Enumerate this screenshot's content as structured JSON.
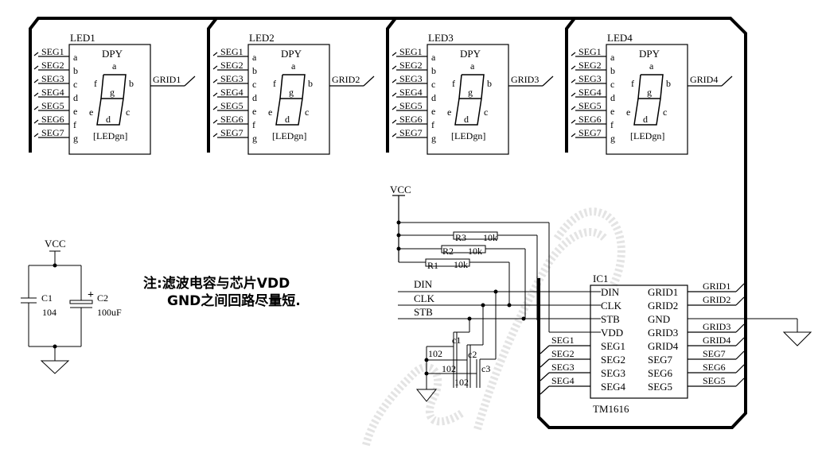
{
  "leds": [
    {
      "designator": "LED1",
      "device": "DPY",
      "part": "[LEDgn]",
      "grid": "GRID1"
    },
    {
      "designator": "LED2",
      "device": "DPY",
      "part": "[LEDgn]",
      "grid": "GRID2"
    },
    {
      "designator": "LED3",
      "device": "DPY",
      "part": "[LEDgn]",
      "grid": "GRID3"
    },
    {
      "designator": "LED4",
      "device": "DPY",
      "part": "[LEDgn]",
      "grid": "GRID4"
    }
  ],
  "seg_nets": [
    "SEG1",
    "SEG2",
    "SEG3",
    "SEG4",
    "SEG5",
    "SEG6",
    "SEG7"
  ],
  "seg_pins": [
    "a",
    "b",
    "c",
    "d",
    "e",
    "f",
    "g"
  ],
  "digit_labels": {
    "a": "a",
    "b": "b",
    "c": "c",
    "d": "d",
    "e": "e",
    "f": "f",
    "g": "g"
  },
  "supply": {
    "vcc": "VCC"
  },
  "resistors": [
    {
      "ref": "R3",
      "value": "10k"
    },
    {
      "ref": "R2",
      "value": "10k"
    },
    {
      "ref": "R1",
      "value": "10k"
    }
  ],
  "signals": [
    "DIN",
    "CLK",
    "STB"
  ],
  "caps_small": [
    {
      "ref": "c1",
      "value": "102"
    },
    {
      "ref": "c2",
      "value": "102"
    },
    {
      "ref": "c3",
      "value": "102"
    }
  ],
  "filter": {
    "c1_ref": "C1",
    "c1_value": "104",
    "c2_ref": "C2",
    "c2_value": "100uF",
    "polarity": "+"
  },
  "note": {
    "line1": "注:滤波电容与芯片VDD",
    "line2": "GND之间回路尽量短."
  },
  "ic": {
    "ref": "IC1",
    "part": "TM1616",
    "left_pins": [
      "DIN",
      "CLK",
      "STB",
      "VDD",
      "SEG1",
      "SEG2",
      "SEG3",
      "SEG4"
    ],
    "right_pins": [
      "GRID1",
      "GRID2",
      "GND",
      "GRID3",
      "GRID4",
      "SEG7",
      "SEG6",
      "SEG5"
    ]
  },
  "ic_nets": {
    "left": [
      "SEG1",
      "SEG2",
      "SEG3",
      "SEG4"
    ],
    "right": [
      "GRID1",
      "GRID2",
      "GRID3",
      "GRID4",
      "SEG7",
      "SEG6",
      "SEG5"
    ]
  }
}
